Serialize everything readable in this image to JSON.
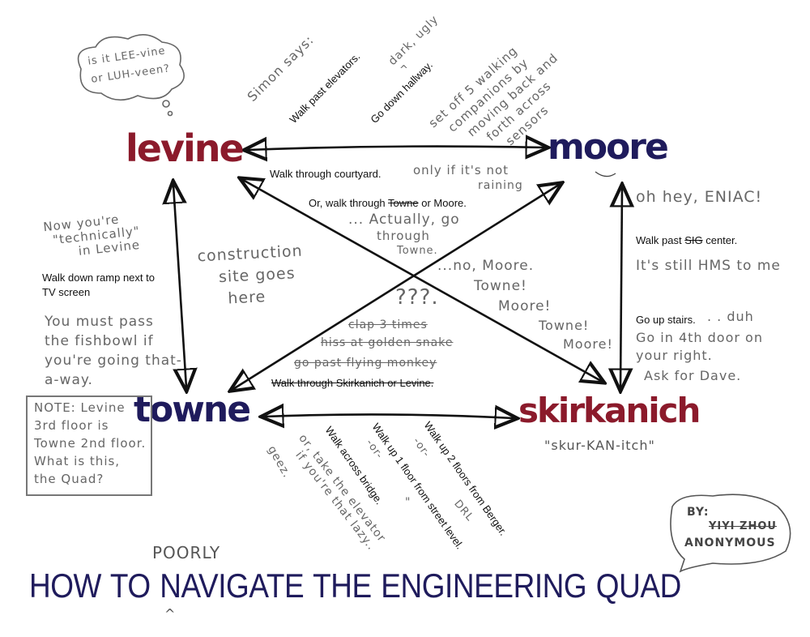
{
  "title": {
    "main": "HOW TO NAVIGATE THE ENGINEERING QUAD",
    "insert": "POORLY",
    "caret": "^"
  },
  "nodes": {
    "levine": "levine",
    "moore": "moore",
    "towne": "towne",
    "skirkanich": "skirkanich",
    "skirkanich_pronunciation": "\"skur-KAN-itch\""
  },
  "cloud": {
    "line1": "is it LEE-vine",
    "line2": "or LUH-veen?"
  },
  "levine_moore": {
    "simon": "Simon says:",
    "elevators": "Walk past elevators.",
    "dark_ugly": "dark, ugly",
    "caret": "^",
    "hallway": "Go down hallway.",
    "sensors": [
      "set off 5 walking",
      "companions by",
      "moving back and",
      "forth across",
      "sensors"
    ]
  },
  "diagonals": {
    "courtyard": "Walk through courtyard.",
    "not_raining": [
      "only if it's not",
      "raining"
    ],
    "or_walk_prefix": "Or, walk through ",
    "or_walk_struck": "Towne",
    "or_walk_suffix": " or Moore.",
    "actually": [
      "... Actually, go",
      "through",
      "Towne."
    ],
    "argument": [
      "...no, Moore.",
      "Towne!",
      "Moore!",
      "Towne!",
      "Moore!"
    ],
    "confused": "???.",
    "struck_lines": [
      "clap 3 times",
      "hiss at golden snake",
      "go past flying monkey",
      "Walk through Skirkanich or Levine."
    ]
  },
  "left": {
    "technically": [
      "Now you're",
      "\"technically\"",
      "in Levine"
    ],
    "ramp": [
      "Walk down ramp next to",
      "TV screen"
    ],
    "fishbowl": [
      "You must pass",
      "the fishbowl if",
      "you're going that-",
      "a-way."
    ],
    "construction": [
      "construction",
      "site goes",
      "here"
    ],
    "note": [
      "NOTE: Levine",
      "3rd floor is",
      "Towne 2nd floor.",
      "What is this,",
      "the Quad?"
    ]
  },
  "right": {
    "eniac": "oh hey, ENIAC!",
    "sig_prefix": "Walk past ",
    "sig_struck": "SIG",
    "sig_suffix": " center.",
    "hms": "It's still HMS to me",
    "stairs": "Go up stairs.",
    "duh": ". . duh",
    "door": [
      "Go in 4th door on",
      "your right."
    ],
    "dave": "Ask for Dave."
  },
  "bottom": {
    "geez": "geez.",
    "elevator": [
      "or, take the elevator",
      "if you're that lazy.."
    ],
    "bridge": "Walk across bridge.",
    "ditto": "\"",
    "or1": "-or-",
    "one_floor": "Walk up 1 floor from street level.",
    "drl": "DRL",
    "or2": "-or-",
    "two_floors": "Walk up 2 floors from Berger."
  },
  "byline": {
    "by": "BY:",
    "struck": "YIYI ZHOU",
    "name": "ANONYMOUS"
  },
  "colors": {
    "red": "#8b1a2b",
    "navy": "#1f1b5c",
    "pencil": "#666666"
  }
}
